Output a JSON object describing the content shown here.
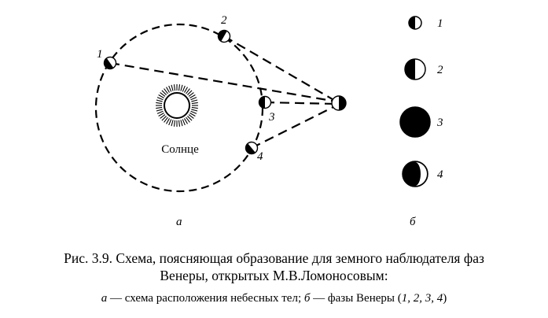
{
  "diagram": {
    "sun_label": "Солнце",
    "label_a": "а",
    "label_b": "б",
    "orbit_positions": [
      "1",
      "2",
      "3",
      "4"
    ],
    "phase_labels": [
      "1",
      "2",
      "3",
      "4"
    ]
  },
  "caption": {
    "line1": "Рис. 3.9. Схема, поясняющая образование для земного наблюдателя фаз",
    "line2": "Венеры, открытых М.В.Ломоносовым:",
    "line3_a": "а",
    "line3_a_text": " — схема расположения небесных тел; ",
    "line3_b": "б",
    "line3_b_text": " — фазы Венеры (",
    "line3_nums": "1, 2, 3, 4",
    "line3_end": ")"
  }
}
